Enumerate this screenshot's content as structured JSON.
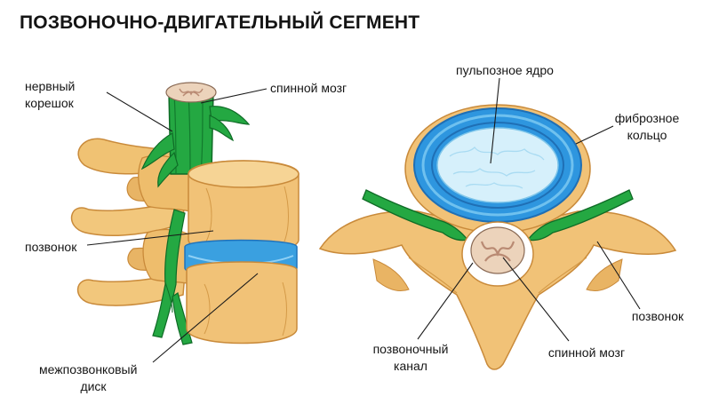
{
  "title": "ПОЗВОНОЧНО-ДВИГАТЕЛЬНЫЙ СЕГМЕНТ",
  "labels": {
    "nerve_root_l1": "нервный",
    "nerve_root_l2": "корешок",
    "spinal_cord_left": "спинной мозг",
    "vertebra_left": "позвонок",
    "disc_l1": "межпозвонковый",
    "disc_l2": "диск",
    "nucleus": "пульпозное ядро",
    "annulus_l1": "фиброзное",
    "annulus_l2": "кольцо",
    "vertebra_right": "позвонок",
    "canal_l1": "позвоночный",
    "canal_l2": "канал",
    "spinal_cord_right": "спинной мозг"
  },
  "colors": {
    "bone": "#f2c77c",
    "bone_dark": "#c98a3a",
    "disc": "#3aa0e0",
    "disc_dark": "#1f72bb",
    "nucleus": "#d6f0fb",
    "nerve": "#21a33f",
    "nerve_dark": "#0f6b26",
    "cord": "#e9cfb7",
    "cord_grey": "#b98a73"
  }
}
